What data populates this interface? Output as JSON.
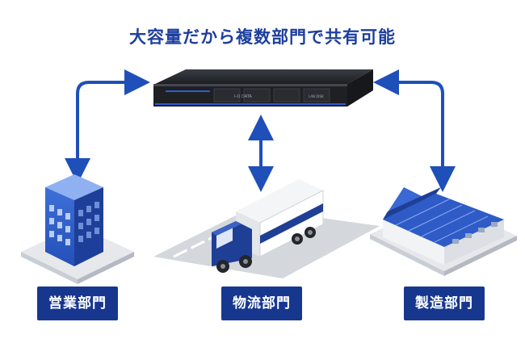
{
  "title": "大容量だから複数部門で共有可能",
  "departments": [
    {
      "id": "sales",
      "label": "営業部門",
      "icon": "office-building-icon"
    },
    {
      "id": "logistics",
      "label": "物流部門",
      "icon": "delivery-truck-icon"
    },
    {
      "id": "manufacturing",
      "label": "製造部門",
      "icon": "factory-icon"
    }
  ],
  "device": {
    "icon": "rack-nas-server-icon",
    "brand": "I-O DATA",
    "model": "LAN DISK"
  },
  "colors": {
    "accent": "#1d3f9e",
    "label_bg": "#17378f",
    "arrow": "#1f4fb8"
  }
}
